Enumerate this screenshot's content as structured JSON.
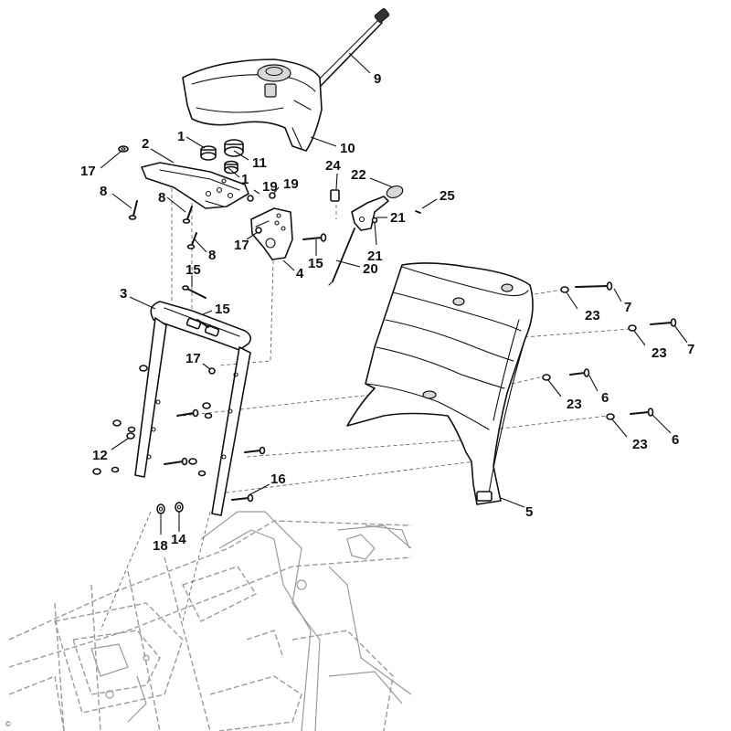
{
  "diagram": {
    "callouts": [
      {
        "id": "c9",
        "label": "9"
      },
      {
        "id": "c10",
        "label": "10"
      },
      {
        "id": "c1a",
        "label": "1"
      },
      {
        "id": "c11",
        "label": "11"
      },
      {
        "id": "c1b",
        "label": "1"
      },
      {
        "id": "c2",
        "label": "2"
      },
      {
        "id": "c17a",
        "label": "17"
      },
      {
        "id": "c8a",
        "label": "8"
      },
      {
        "id": "c8b",
        "label": "8"
      },
      {
        "id": "c8c",
        "label": "8"
      },
      {
        "id": "c19a",
        "label": "19"
      },
      {
        "id": "c19b",
        "label": "19"
      },
      {
        "id": "c17b",
        "label": "17"
      },
      {
        "id": "c4",
        "label": "4"
      },
      {
        "id": "c15a",
        "label": "15"
      },
      {
        "id": "c24",
        "label": "24"
      },
      {
        "id": "c22",
        "label": "22"
      },
      {
        "id": "c25",
        "label": "25"
      },
      {
        "id": "c21a",
        "label": "21"
      },
      {
        "id": "c21b",
        "label": "21"
      },
      {
        "id": "c20",
        "label": "20"
      },
      {
        "id": "c15b",
        "label": "15"
      },
      {
        "id": "c3",
        "label": "3"
      },
      {
        "id": "c15c",
        "label": "15"
      },
      {
        "id": "c17c",
        "label": "17"
      },
      {
        "id": "c7a",
        "label": "7"
      },
      {
        "id": "c23a",
        "label": "23"
      },
      {
        "id": "c23b",
        "label": "23"
      },
      {
        "id": "c7b",
        "label": "7"
      },
      {
        "id": "c23c",
        "label": "23"
      },
      {
        "id": "c6a",
        "label": "6"
      },
      {
        "id": "c23d",
        "label": "23"
      },
      {
        "id": "c6b",
        "label": "6"
      },
      {
        "id": "c12",
        "label": "12"
      },
      {
        "id": "c16",
        "label": "16"
      },
      {
        "id": "c5",
        "label": "5"
      },
      {
        "id": "c18",
        "label": "18"
      },
      {
        "id": "c14",
        "label": "14"
      }
    ],
    "corner_mark": "©",
    "colors": {
      "line": "#111111",
      "frame": "#9a9a9a",
      "background": "#ffffff"
    }
  }
}
